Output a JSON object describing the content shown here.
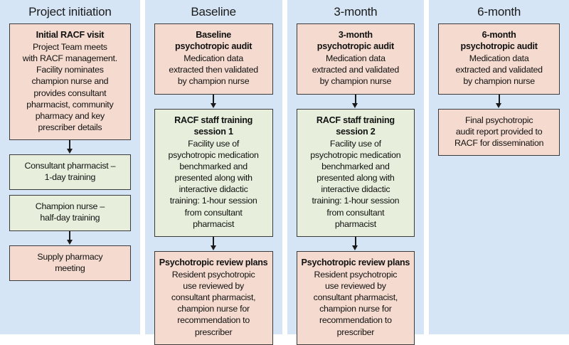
{
  "meta": {
    "colors": {
      "panel_background": "#d6e5f5",
      "page_background": "#ffffff",
      "node_pink": "#f5dbcf",
      "node_green": "#e7efdc",
      "node_border": "#3a3a3a",
      "arrow": "#1a1a1a",
      "text": "#111111"
    }
  },
  "columns": [
    {
      "title": "Project initiation",
      "nodes": [
        {
          "fill": "pink",
          "title": "Initial RACF visit",
          "body": "Project Team meets\nwith RACF management.\nFacility nominates\nchampion nurse and\nprovides consultant\npharmacist, community\npharmacy and key\nprescriber details",
          "connector_below": "arrow"
        },
        {
          "fill": "green",
          "title": "",
          "body": "Consultant pharmacist –\n1-day training",
          "connector_below": "none"
        },
        {
          "fill": "green",
          "title": "",
          "body": "Champion nurse –\nhalf-day training",
          "connector_below": "arrow"
        },
        {
          "fill": "pink",
          "title": "",
          "body": "Supply pharmacy\nmeeting",
          "connector_below": "end"
        }
      ]
    },
    {
      "title": "Baseline",
      "nodes": [
        {
          "fill": "pink",
          "title": "Baseline\npsychotropic audit",
          "body": "Medication data\nextracted then validated\nby champion nurse",
          "connector_below": "arrow"
        },
        {
          "fill": "green",
          "title": "RACF staff training\nsession 1",
          "body": "Facility use of\npsychotropic medication\nbenchmarked and\npresented along with\ninteractive didactic\ntraining: 1-hour session\nfrom consultant\npharmacist",
          "connector_below": "arrow"
        },
        {
          "fill": "pink",
          "title": "Psychotropic review plans",
          "body": "Resident psychotropic\nuse reviewed by\nconsultant pharmacist,\nchampion nurse for\nrecommendation to\nprescriber",
          "connector_below": "end"
        }
      ]
    },
    {
      "title": "3-month",
      "nodes": [
        {
          "fill": "pink",
          "title": "3-month\npsychotropic audit",
          "body": "Medication data\nextracted and validated\nby champion nurse",
          "connector_below": "arrow"
        },
        {
          "fill": "green",
          "title": "RACF staff training\nsession 2",
          "body": "Facility use of\npsychotropic medication\nbenchmarked and\npresented along with\ninteractive didactic\ntraining: 1-hour session\nfrom consultant\npharmacist",
          "connector_below": "arrow"
        },
        {
          "fill": "pink",
          "title": "Psychotropic review plans",
          "body": "Resident psychotropic\nuse reviewed by\nconsultant pharmacist,\nchampion nurse for\nrecommendation to\nprescriber",
          "connector_below": "end"
        }
      ]
    },
    {
      "title": "6-month",
      "nodes": [
        {
          "fill": "pink",
          "title": "6-month\npsychotropic audit",
          "body": "Medication data\nextracted and validated\nby champion nurse",
          "connector_below": "arrow"
        },
        {
          "fill": "pink",
          "title": "",
          "body": "Final psychotropic\naudit report provided to\nRACF for dissemination",
          "connector_below": "end"
        }
      ]
    }
  ]
}
